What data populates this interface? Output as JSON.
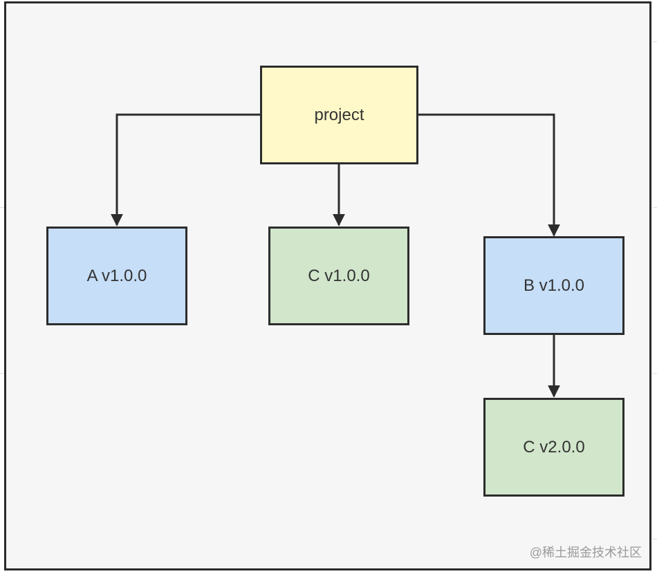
{
  "nodes": {
    "project": {
      "label": "project",
      "color": "#fff8c8"
    },
    "a_v1": {
      "label": "A v1.0.0",
      "color": "#c6def7"
    },
    "c_v1": {
      "label": "C v1.0.0",
      "color": "#d1e6cb"
    },
    "b_v1": {
      "label": "B v1.0.0",
      "color": "#c6def7"
    },
    "c_v2": {
      "label": "C v2.0.0",
      "color": "#d1e6cb"
    }
  },
  "edges": [
    {
      "from": "project",
      "to": "A v1.0.0"
    },
    {
      "from": "project",
      "to": "C v1.0.0"
    },
    {
      "from": "project",
      "to": "B v1.0.0"
    },
    {
      "from": "B v1.0.0",
      "to": "C v2.0.0"
    }
  ],
  "watermark": "@稀土掘金技术社区"
}
